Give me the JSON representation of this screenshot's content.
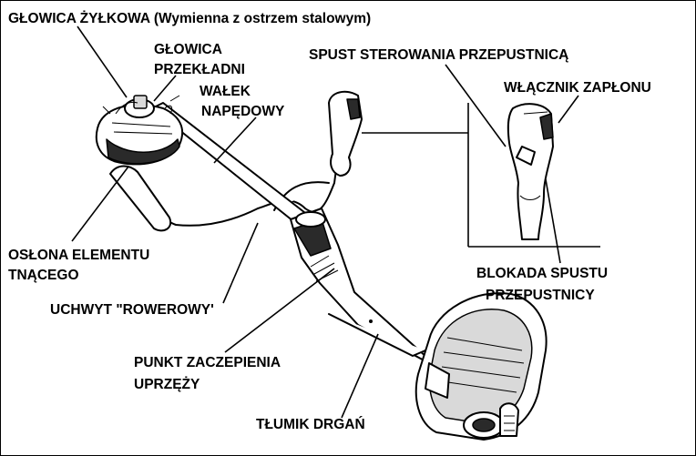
{
  "labels": {
    "line_head": "GŁOWICA ŻYŁKOWA (Wymienna z ostrzem stalowym)",
    "gear_head_1": "GŁOWICA",
    "gear_head_2": "PRZEKŁADNI",
    "drive_shaft_1": "WAŁEK",
    "drive_shaft_2": "NAPĘDOWY",
    "throttle_trigger": "SPUST STEROWANIA PRZEPUSTNICĄ",
    "ignition_switch": "WŁĄCZNIK ZAPŁONU",
    "guard_1": "OSŁONA ELEMENTU",
    "guard_2": "TNĄCEGO",
    "handle": "UCHWYT \"ROWEROWY'",
    "trigger_lock_1": "BLOKADA SPUSTU",
    "trigger_lock_2": "PRZEPUSTNICY",
    "harness_1": "PUNKT ZACZEPIENIA",
    "harness_2": "UPRZĘŻY",
    "damper": "TŁUMIK DRGAŃ"
  }
}
